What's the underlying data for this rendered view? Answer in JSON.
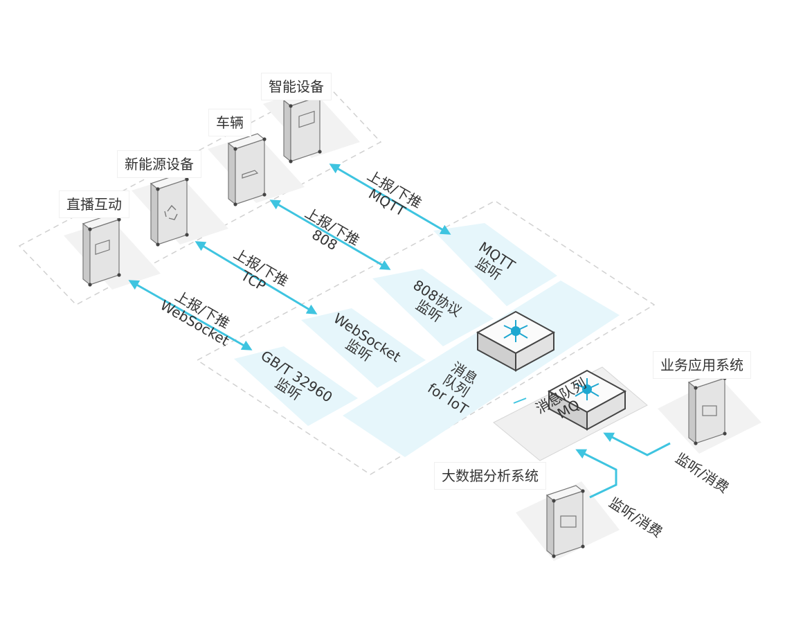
{
  "devices": {
    "smart": "智能设备",
    "vehicle": "车辆",
    "energy": "新能源设备",
    "live": "直播互动"
  },
  "protocols": [
    {
      "action": "上报/下推",
      "name": "MQTT"
    },
    {
      "action": "上报/下推",
      "name": "808"
    },
    {
      "action": "上报/下推",
      "name": "TCP"
    },
    {
      "action": "上报/下推",
      "name": "WebSocket"
    }
  ],
  "listeners": [
    {
      "name": "MQTT",
      "suffix": "监听"
    },
    {
      "name": "808协议",
      "suffix": "监听"
    },
    {
      "name": "WebSocket",
      "suffix": "监听"
    },
    {
      "name": "GB/T 32960",
      "suffix": "监听"
    }
  ],
  "mq_iot": {
    "line1": "消息",
    "line2": "队列",
    "line3": "for IoT"
  },
  "mq": {
    "line1": "消息队列",
    "line2": "MQ"
  },
  "consumers": {
    "business": "业务应用系统",
    "bigdata": "大数据分析系统",
    "action": "监听/消费"
  },
  "colors": {
    "accent": "#3ec4e0",
    "panel": "#e6f6fb",
    "platform": "#f0f0f0"
  }
}
